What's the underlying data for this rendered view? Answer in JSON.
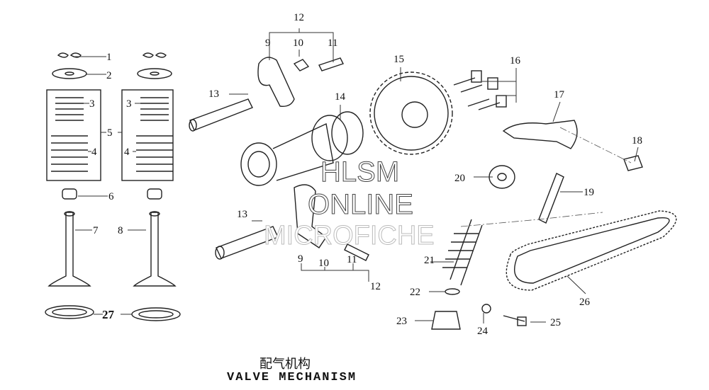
{
  "diagram": {
    "title_cn": "配气机构",
    "title_en": "VALVE MECHANISM",
    "watermark": [
      "HLSM",
      "ONLINE",
      "MICROFICHE"
    ],
    "callouts": [
      "1",
      "2",
      "3",
      "3",
      "5",
      "4",
      "4",
      "6",
      "7",
      "8",
      "27",
      "12",
      "9",
      "10",
      "11",
      "13",
      "14",
      "15",
      "16",
      "17",
      "18",
      "20",
      "19",
      "13",
      "9",
      "10",
      "11",
      "12",
      "21",
      "22",
      "23",
      "24",
      "25",
      "26"
    ]
  }
}
